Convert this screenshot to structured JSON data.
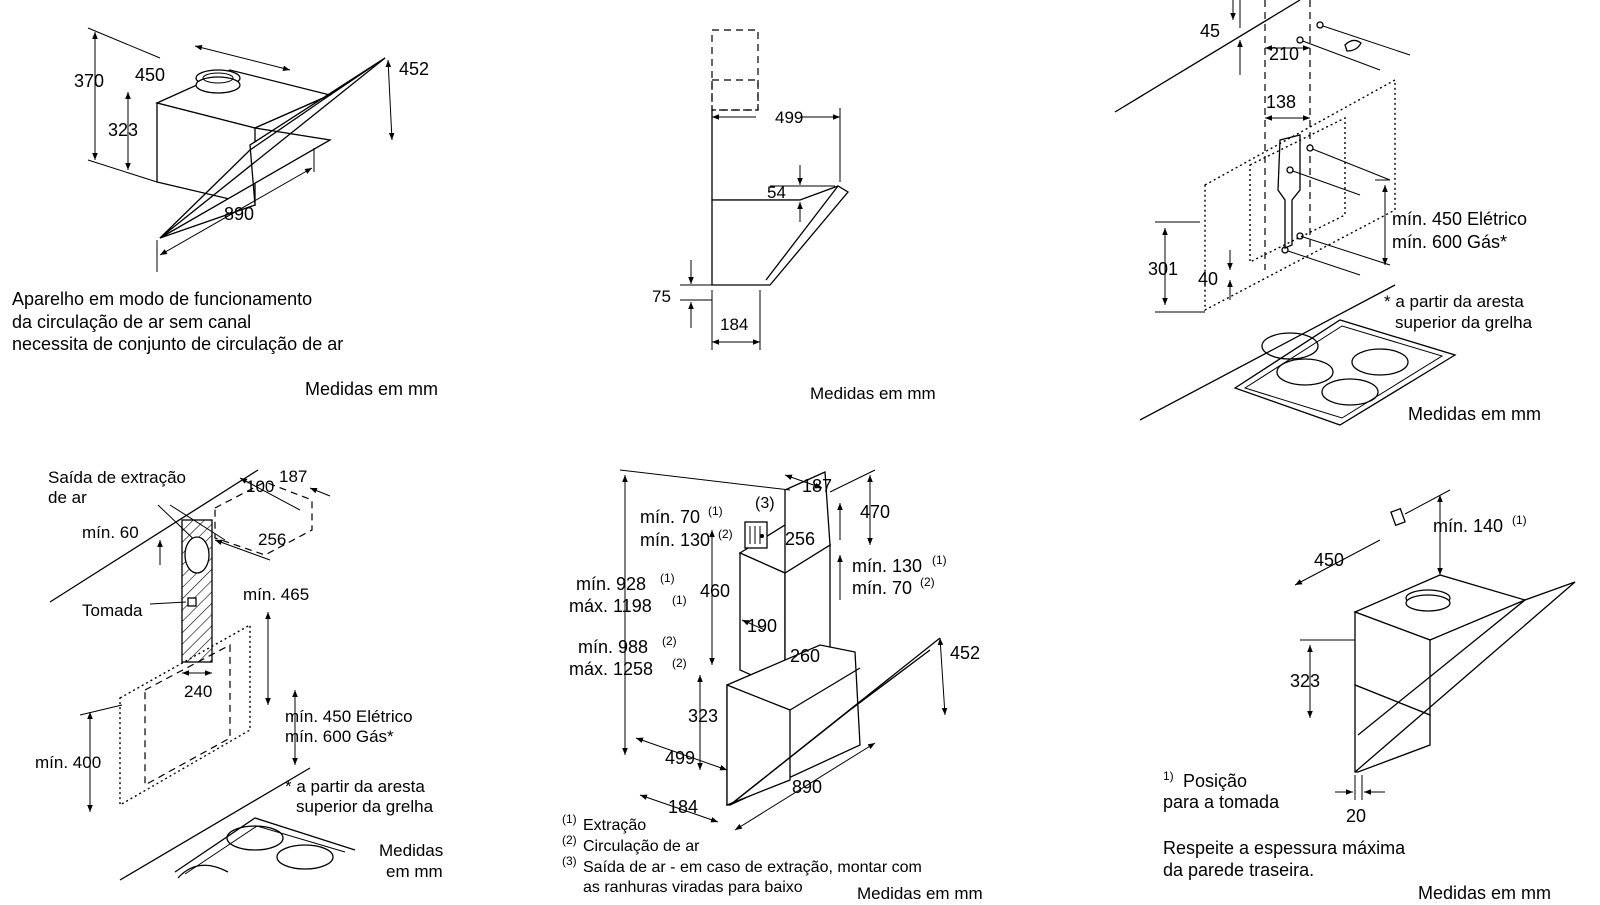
{
  "panel1": {
    "dims": {
      "h370": "370",
      "w450": "450",
      "h323": "323",
      "d452": "452",
      "w890": "890"
    },
    "note": [
      "Aparelho em modo de funcionamento",
      "da circulação de ar sem canal",
      "necessita de conjunto de circulação de ar"
    ],
    "units": "Medidas em mm"
  },
  "panel2": {
    "dims": {
      "w499": "499",
      "d54": "54",
      "h75": "75",
      "w184": "184"
    },
    "units": "Medidas em mm"
  },
  "panel3": {
    "dims": {
      "d45": "45",
      "w210": "210",
      "w138": "138",
      "h301": "301",
      "h40": "40"
    },
    "min_electric": "mín. 450 Elétrico",
    "min_gas": "mín. 600 Gás*",
    "footnote": [
      "* a partir da aresta",
      "superior da grelha"
    ],
    "units": "Medidas em mm"
  },
  "panel4": {
    "outlet_label": [
      "Saída de extração",
      "de ar"
    ],
    "dims": {
      "d100": "100",
      "d187": "187",
      "min60": "mín. 60",
      "w256": "256",
      "min465": "mín. 465",
      "w240": "240",
      "min400": "mín. 400"
    },
    "socket_label": "Tomada",
    "min_electric": "mín. 450 Elétrico",
    "min_gas": "mín. 600 Gás*",
    "footnote": [
      "* a partir da aresta",
      "superior da grelha"
    ],
    "units": [
      "Medidas",
      "em mm"
    ]
  },
  "panel5": {
    "marker3": "(3)",
    "dims": {
      "d187": "187",
      "h470": "470",
      "w256": "256",
      "min70_1": "mín. 70",
      "sup_min70_1": "(1)",
      "min130_2": "mín. 130",
      "sup_min130_2": "(2)",
      "min130_1": "mín. 130",
      "sup_min130_1": "(1)",
      "min70_2": "mín. 70",
      "sup_min70_2": "(2)",
      "min928": "mín. 928",
      "sup_min928": "(1)",
      "max1198": "máx. 1198",
      "sup_max1198": "(1)",
      "h460": "460",
      "h190": "190",
      "min988": "mín. 988",
      "sup_min988": "(2)",
      "max1258": "máx. 1258",
      "sup_max1258": "(2)",
      "w260": "260",
      "d452": "452",
      "h323": "323",
      "w499": "499",
      "w890": "890",
      "w184": "184"
    },
    "legend": [
      {
        "mark": "(1)",
        "text": "Extração"
      },
      {
        "mark": "(2)",
        "text": "Circulação de ar"
      },
      {
        "mark": "(3)",
        "text": "Saída de ar - em caso de extração, montar com"
      }
    ],
    "legend_cont": "as ranhuras viradas para baixo",
    "units": "Medidas em mm"
  },
  "panel6": {
    "min140": "mín. 140",
    "sup_min140": "(1)",
    "dims": {
      "w450": "450",
      "h323": "323",
      "d20": "20"
    },
    "note1_mark": "1)",
    "note1": [
      "Posição",
      "para a tomada"
    ],
    "note2": [
      "Respeite a espessura máxima",
      "da parede traseira."
    ],
    "units": "Medidas em mm"
  },
  "colors": {
    "line": "#000000",
    "background": "#ffffff"
  }
}
